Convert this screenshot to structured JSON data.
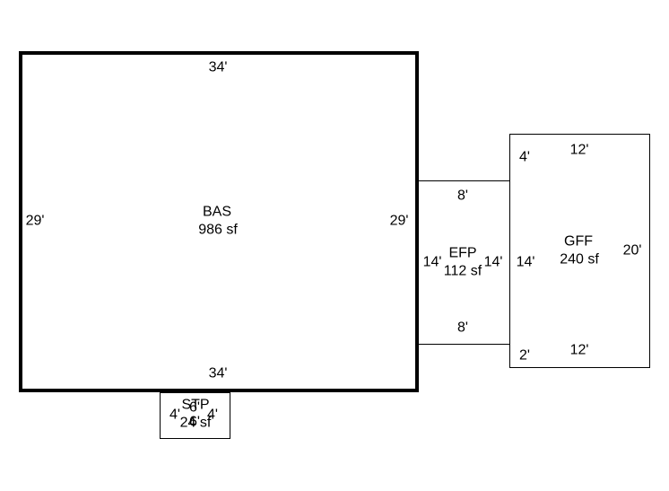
{
  "sketch": {
    "areas": [
      {
        "id": "bas",
        "code": "BAS",
        "area": "986 sf",
        "dims": {
          "top": "34'",
          "bottom": "34'",
          "left": "29'",
          "right": "29'"
        }
      },
      {
        "id": "efp",
        "code": "EFP",
        "area": "112 sf",
        "dims": {
          "top": "8'",
          "bottom": "8'",
          "left": "14'",
          "right": "14'"
        }
      },
      {
        "id": "gff",
        "code": "GFF",
        "area": "240 sf",
        "dims": {
          "top": "12'",
          "bottom": "12'",
          "right": "20'",
          "left_mid": "14'",
          "left_top": "4'",
          "left_bottom": "2'"
        }
      },
      {
        "id": "stp",
        "code": "STP",
        "area": "24 sf",
        "dims": {
          "top": "6'",
          "bottom": "6'",
          "left": "4'",
          "right": "4'"
        }
      }
    ]
  }
}
